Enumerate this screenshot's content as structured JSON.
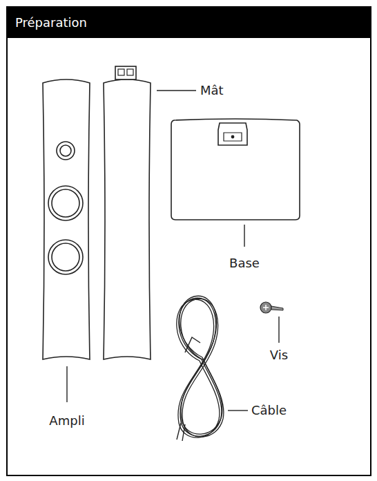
{
  "diagram": {
    "title": "Préparation",
    "labels": [
      "Mât",
      "Base",
      "Vis",
      "Câble",
      "Ampli"
    ]
  }
}
